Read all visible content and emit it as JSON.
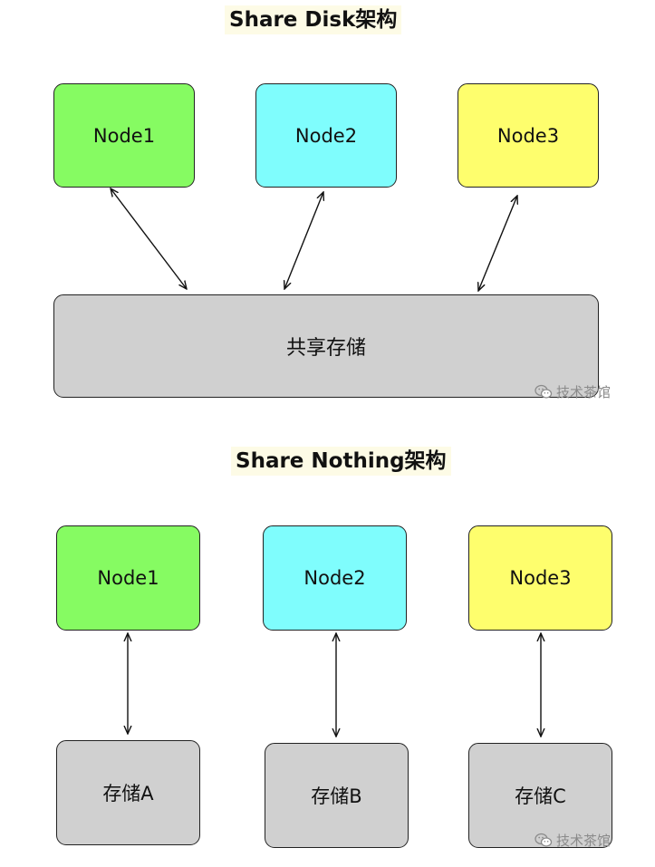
{
  "share_disk": {
    "title": "Share Disk架构",
    "nodes": [
      {
        "label": "Node1",
        "color": "#86fb62"
      },
      {
        "label": "Node2",
        "color": "#7ffdfd"
      },
      {
        "label": "Node3",
        "color": "#fefe6d"
      }
    ],
    "storage_label": "共享存储"
  },
  "share_nothing": {
    "title": "Share Nothing架构",
    "nodes": [
      {
        "label": "Node1",
        "color": "#86fb62"
      },
      {
        "label": "Node2",
        "color": "#7ffdfd"
      },
      {
        "label": "Node3",
        "color": "#fefe6d"
      }
    ],
    "storages": [
      {
        "label": "存储A"
      },
      {
        "label": "存储B"
      },
      {
        "label": "存储C"
      }
    ],
    "storage_color": "#d0d0d0"
  },
  "watermark": {
    "text": "技术茶馆",
    "icon": "wechat-icon"
  },
  "connections": [
    {
      "from": "Node1",
      "to": "共享存储",
      "type": "bidirectional"
    },
    {
      "from": "Node2",
      "to": "共享存储",
      "type": "bidirectional"
    },
    {
      "from": "Node3",
      "to": "共享存储",
      "type": "bidirectional"
    },
    {
      "from": "Node1",
      "to": "存储A",
      "type": "bidirectional"
    },
    {
      "from": "Node2",
      "to": "存储B",
      "type": "bidirectional"
    },
    {
      "from": "Node3",
      "to": "存储C",
      "type": "bidirectional"
    }
  ]
}
